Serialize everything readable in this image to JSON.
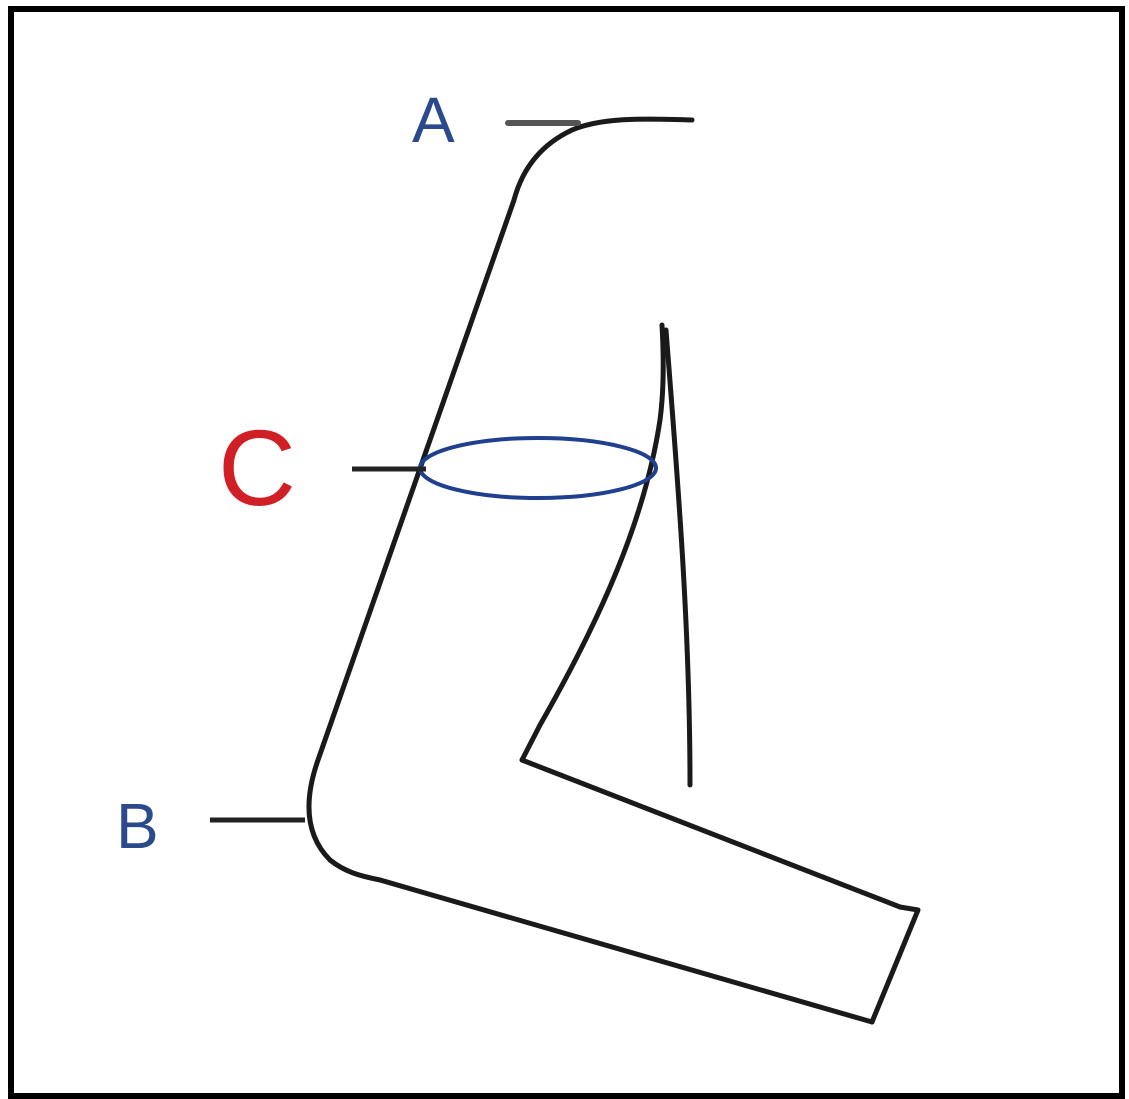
{
  "labels": {
    "a": "A",
    "b": "B",
    "c": "C"
  },
  "colors": {
    "frame": "#000000",
    "outline": "#1a1a1a",
    "label_a_b": "#2b4a8e",
    "label_c": "#d11f26",
    "ring_c": "#1f3f8f",
    "leader": "#222222"
  }
}
